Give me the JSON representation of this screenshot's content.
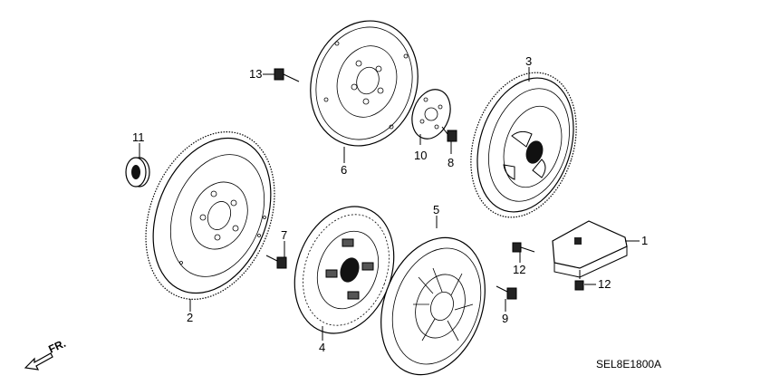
{
  "diagram": {
    "code": "SEL8E1800A",
    "direction": "FR.",
    "labels": {
      "p1": "1",
      "p2": "2",
      "p3": "3",
      "p4": "4",
      "p5": "5",
      "p6": "6",
      "p7": "7",
      "p8": "8",
      "p9": "9",
      "p10": "10",
      "p11": "11",
      "p12a": "12",
      "p12b": "12",
      "p13": "13"
    }
  }
}
